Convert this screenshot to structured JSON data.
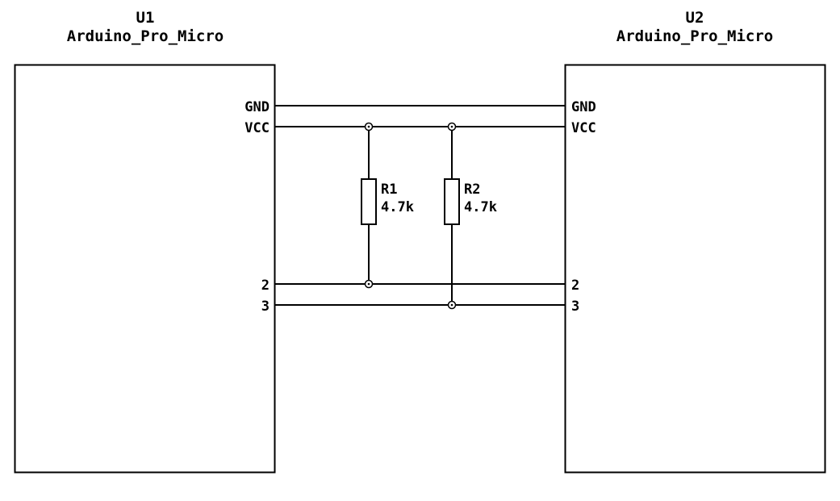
{
  "schematic": {
    "u1": {
      "ref": "U1",
      "name": "Arduino_Pro_Micro",
      "pins": [
        "GND",
        "VCC",
        "2",
        "3"
      ]
    },
    "u2": {
      "ref": "U2",
      "name": "Arduino_Pro_Micro",
      "pins": [
        "GND",
        "VCC",
        "2",
        "3"
      ]
    },
    "r1": {
      "ref": "R1",
      "value": "4.7k"
    },
    "r2": {
      "ref": "R2",
      "value": "4.7k"
    },
    "colors": {
      "line": "#000000",
      "background": "#ffffff"
    }
  }
}
